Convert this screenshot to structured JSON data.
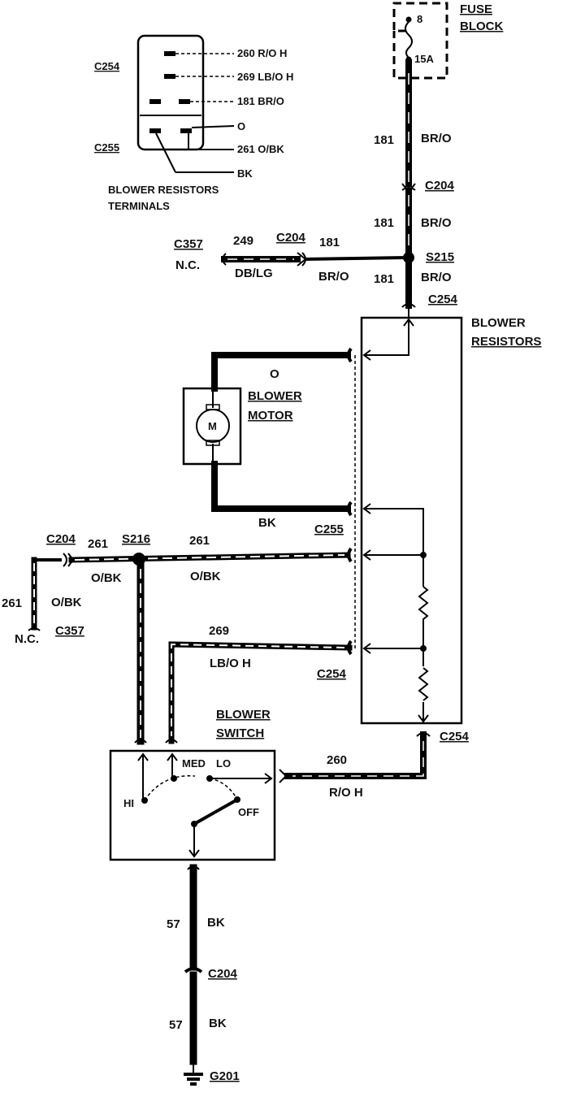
{
  "connector_view": {
    "c254_label": "C254",
    "c255_label": "C255",
    "pins": [
      "260 R/O H",
      "269 LB/O H",
      "181 BR/O",
      "O",
      "261 O/BK",
      "BK"
    ],
    "caption_line1": "BLOWER RESISTORS",
    "caption_line2": "TERMINALS"
  },
  "fuse_block": {
    "title_line1": "FUSE",
    "title_line2": "BLOCK",
    "fuse_number": "8",
    "fuse_rating": "15A"
  },
  "wires": {
    "w181_a": {
      "circuit": "181",
      "color": "BR/O"
    },
    "w181_b": {
      "circuit": "181",
      "color": "BR/O"
    },
    "w181_c": {
      "circuit": "181",
      "color": "BR/O"
    },
    "w181_d": {
      "circuit": "181",
      "color": "BR/O"
    },
    "w249": {
      "circuit": "249",
      "color": "DB/LG"
    },
    "w_o": {
      "color": "O"
    },
    "w_bk": {
      "color": "BK"
    },
    "w261_a": {
      "circuit": "261",
      "color": "O/BK"
    },
    "w261_b": {
      "circuit": "261",
      "color": "O/BK"
    },
    "w261_c": {
      "circuit": "261",
      "color": "O/BK"
    },
    "w269": {
      "circuit": "269",
      "color": "LB/O H"
    },
    "w260": {
      "circuit": "260",
      "color": "R/O H"
    },
    "w57_a": {
      "circuit": "57",
      "color": "BK"
    },
    "w57_b": {
      "circuit": "57",
      "color": "BK"
    }
  },
  "connectors": {
    "c204_top": "C204",
    "c204_left": "C204",
    "c204_midleft": "C204",
    "c204_bottom": "C204",
    "c357_top": "C357",
    "c357_bottom": "C357",
    "nc_top": "N.C.",
    "nc_bottom": "N.C.",
    "c254_top": "C254",
    "c255": "C255",
    "c254_mid": "C254",
    "c254_right": "C254",
    "s215": "S215",
    "s216": "S216",
    "g201": "G201"
  },
  "components": {
    "blower_resistors_line1": "BLOWER",
    "blower_resistors_line2": "RESISTORS",
    "blower_motor_line1": "BLOWER",
    "blower_motor_line2": "MOTOR",
    "motor_symbol": "M",
    "blower_switch_line1": "BLOWER",
    "blower_switch_line2": "SWITCH",
    "switch_positions": {
      "hi": "HI",
      "med": "MED",
      "lo": "LO",
      "off": "OFF"
    }
  }
}
